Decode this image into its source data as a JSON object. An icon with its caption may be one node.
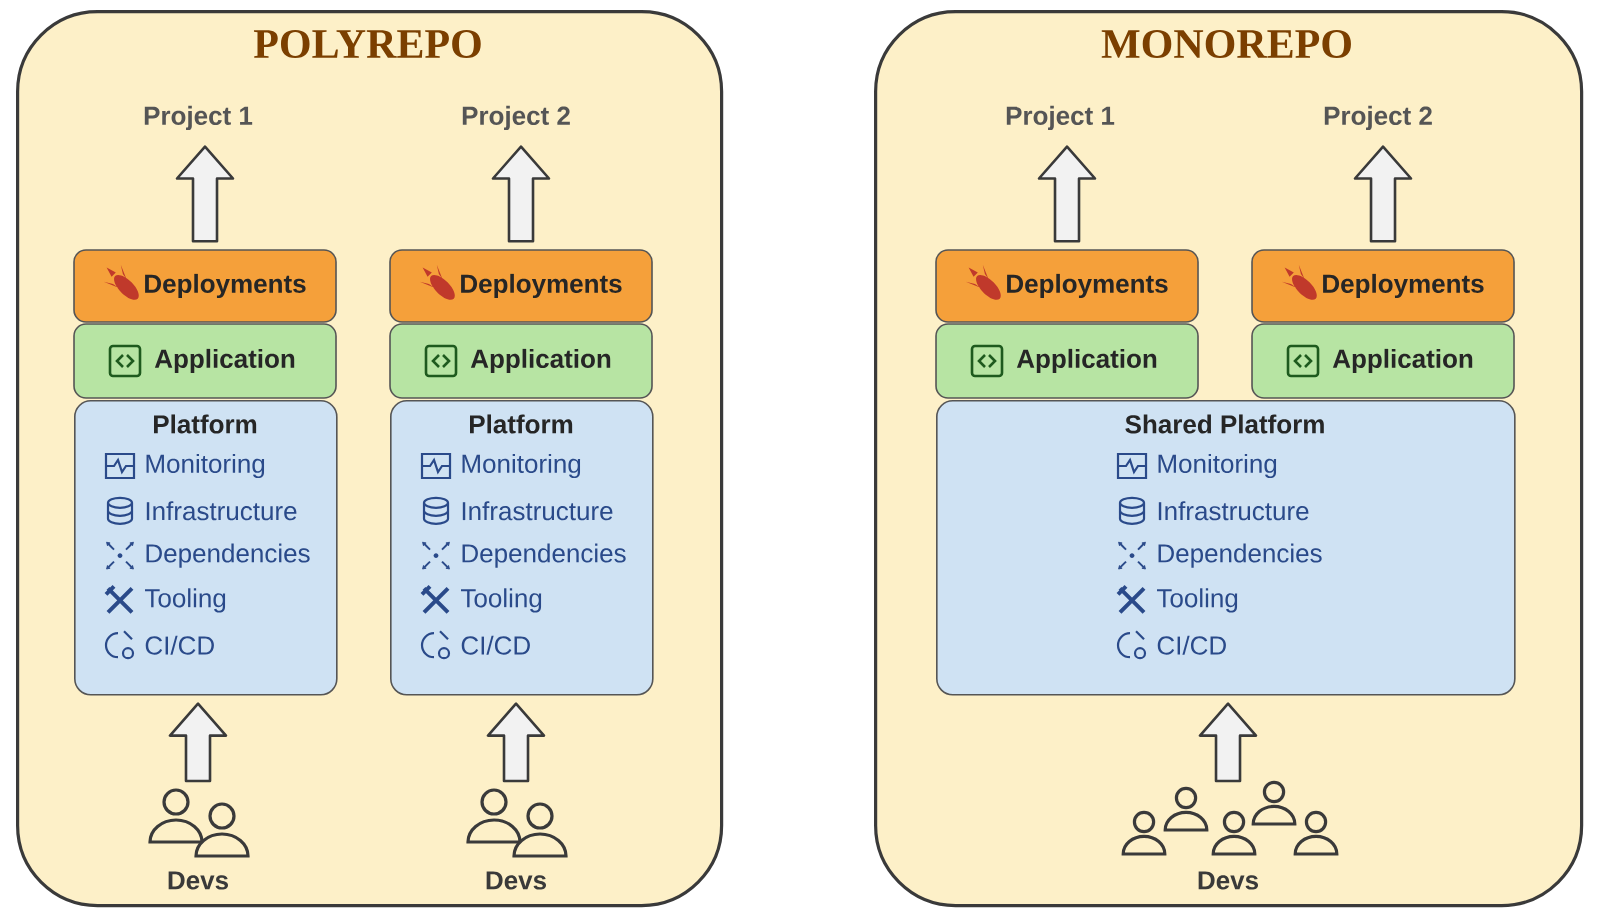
{
  "diagram": {
    "nodes": [
      {
        "text": [
          "POLYREPO"
        ]
      },
      {
        "text": [
          "Project 1"
        ],
        "in": 0
      },
      {
        "text": [
          "Project 2"
        ],
        "in": 0
      },
      {
        "text": [
          "Deployments"
        ],
        "in": 0
      },
      {
        "text": [
          "Application"
        ],
        "in": 0
      },
      {
        "text": [
          "Platform",
          "Monitoring",
          "Infrastructure",
          "Dependencies",
          "Tooling",
          "CI/CD"
        ],
        "in": 0
      },
      {
        "text": [
          "Deployments"
        ],
        "in": 0
      },
      {
        "text": [
          "Application"
        ],
        "in": 0
      },
      {
        "text": [
          "Platform",
          "Monitoring",
          "Infrastructure",
          "Dependencies",
          "Tooling",
          "CI/CD"
        ],
        "in": 0
      },
      {
        "text": [
          "Devs"
        ],
        "in": 0
      },
      {
        "text": [
          "Devs"
        ],
        "in": 0
      },
      {
        "text": [
          "MONOREPO"
        ]
      },
      {
        "text": [
          "Project 1"
        ],
        "in": 11
      },
      {
        "text": [
          "Project 2"
        ],
        "in": 11
      },
      {
        "text": [
          "Deployments"
        ],
        "in": 11
      },
      {
        "text": [
          "Application"
        ],
        "in": 11
      },
      {
        "text": [
          "Deployments"
        ],
        "in": 11
      },
      {
        "text": [
          "Application"
        ],
        "in": 11
      },
      {
        "text": [
          "Shared Platform",
          "Monitoring",
          "Infrastructure",
          "Dependencies",
          "Tooling",
          "CI/CD"
        ],
        "in": 11
      },
      {
        "text": [
          "Devs"
        ],
        "in": 11
      }
    ],
    "edges": [
      {
        "from": 3,
        "to": 1,
        "arrow": "to"
      },
      {
        "from": 6,
        "to": 2,
        "arrow": "to"
      },
      {
        "from": 9,
        "to": 5,
        "arrow": "to"
      },
      {
        "from": 10,
        "to": 8,
        "arrow": "to"
      },
      {
        "from": 14,
        "to": 12,
        "arrow": "to"
      },
      {
        "from": 16,
        "to": 13,
        "arrow": "to"
      },
      {
        "from": 19,
        "to": 18,
        "arrow": "to"
      }
    ]
  }
}
